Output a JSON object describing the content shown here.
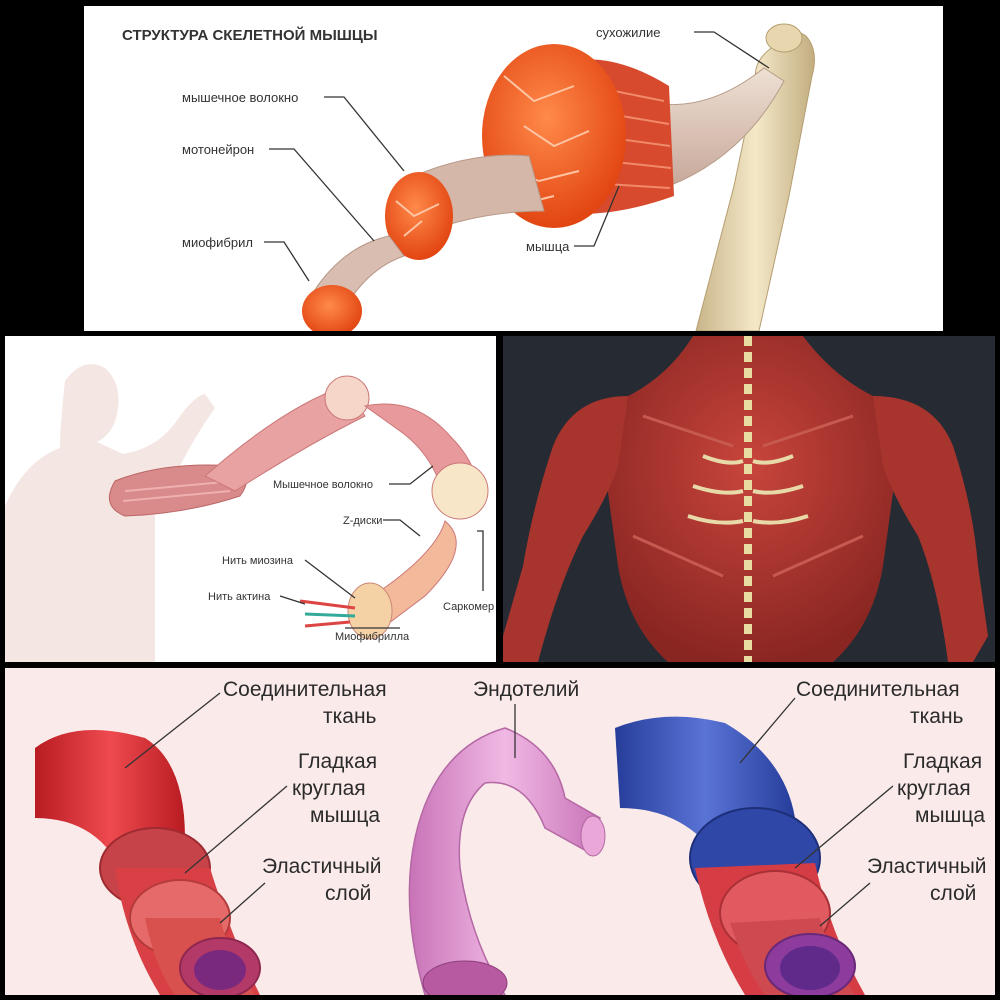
{
  "panel1": {
    "title": "СТРУКТУРА СКЕЛЕТНОЙ МЫШЦЫ",
    "labels": {
      "fiber": "мышечное волокно",
      "motoneuron": "мотонейрон",
      "myofibril": "миофибрил",
      "tendon": "сухожилие",
      "muscle": "мышца"
    }
  },
  "panel2": {
    "labels": {
      "fiber": "Мышечное волокно",
      "zdisks": "Z-диски",
      "myosin": "Нить миозина",
      "actin": "Нить актина",
      "sarcomere": "Саркомер",
      "myofibrilla": "Миофибрилла"
    }
  },
  "panel4": {
    "artery": {
      "connective_1": "Соединительная",
      "connective_2": "ткань",
      "smooth_1": "Гладкая",
      "smooth_2": "круглая",
      "smooth_3": "мышца",
      "elastic_1": "Эластичный",
      "elastic_2": "слой"
    },
    "capillary": {
      "endothelium": "Эндотелий"
    },
    "vein": {
      "connective_1": "Соединительная",
      "connective_2": "ткань",
      "smooth_1": "Гладкая",
      "smooth_2": "круглая",
      "smooth_3": "мышца",
      "elastic_1": "Эластичный",
      "elastic_2": "слой"
    }
  },
  "colors": {
    "muscle_orange": "#f0602a",
    "muscle_red": "#b93a32",
    "artery_red": "#d8272f",
    "vein_blue": "#3a53b8",
    "capillary_pink": "#d98ac8",
    "bone": "#ecdcb4",
    "dark_bg": "#252a33"
  }
}
